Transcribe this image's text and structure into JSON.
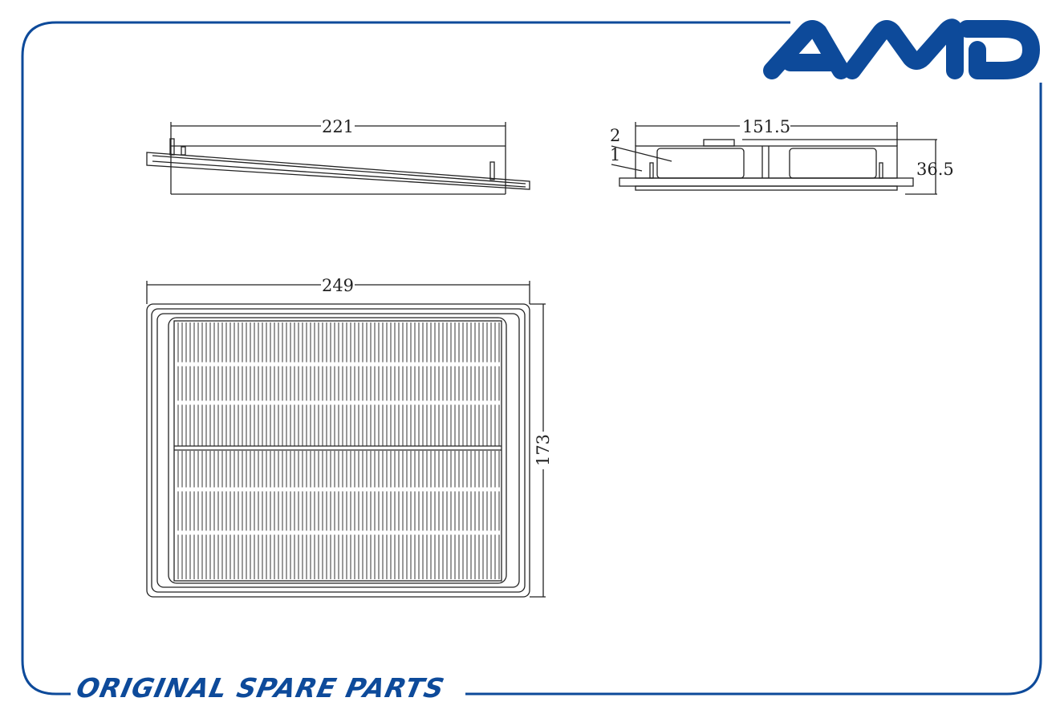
{
  "brand": {
    "logo_text": "AMD",
    "color": "#0d4a9a"
  },
  "tagline": "ORIGINAL SPARE PARTS",
  "drawing": {
    "side_view_length": "221",
    "end_view_width": "151.5",
    "end_view_height": "36.5",
    "callout_1": "1",
    "callout_2": "2",
    "plan_length": "249",
    "plan_width": "173"
  }
}
